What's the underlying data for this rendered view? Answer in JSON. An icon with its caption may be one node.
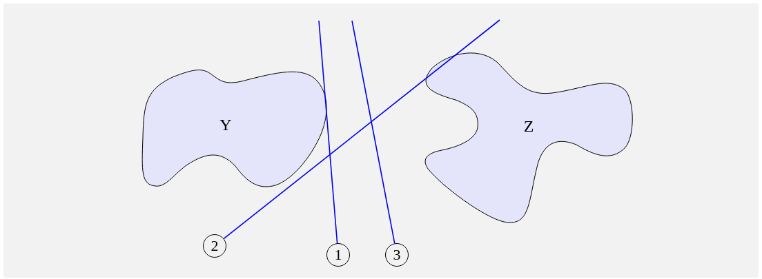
{
  "diagram": {
    "nodes": [
      {
        "text": [
          "Y"
        ]
      },
      {
        "text": [
          "Z"
        ]
      },
      {
        "text": [
          "2"
        ]
      },
      {
        "text": [
          "1"
        ]
      },
      {
        "text": [
          "3"
        ]
      }
    ],
    "edges": [
      {
        "from": 3,
        "to": null,
        "arrow": "none"
      },
      {
        "from": 2,
        "to": null,
        "arrow": "none"
      },
      {
        "from": 4,
        "to": null,
        "arrow": "none"
      }
    ]
  }
}
